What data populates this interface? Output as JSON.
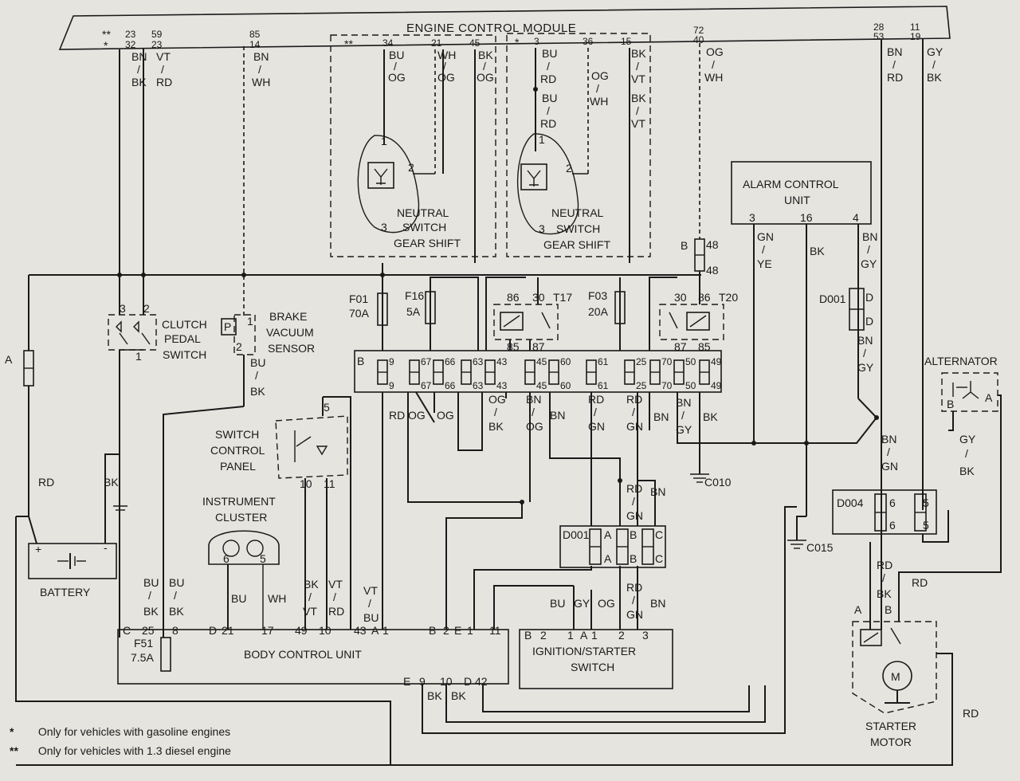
{
  "ecm": {
    "title": "ENGINE CONTROL MODULE"
  },
  "ecm_pins": {
    "p1": "23",
    "p1b": "32",
    "p2": "59",
    "p2b": "23",
    "p3": "85",
    "p3b": "14",
    "p4": "34",
    "p5": "21",
    "p6": "45",
    "p7": "3",
    "p8": "36",
    "p9": "15",
    "p10": "72",
    "p10b": "40",
    "p11": "28",
    "p11b": "53",
    "p12": "11",
    "p12b": "19"
  },
  "marks": {
    "single": "*",
    "double": "**"
  },
  "wires": {
    "bn_bk": [
      "BN",
      "/",
      "BK"
    ],
    "vt_rd": [
      "VT",
      "/",
      "RD"
    ],
    "bn_wh": [
      "BN",
      "/",
      "WH"
    ],
    "bu_og": [
      "BU",
      "/",
      "OG"
    ],
    "wh_og": [
      "WH",
      "/",
      "OG"
    ],
    "bk_og": [
      "BK",
      "/",
      "OG"
    ],
    "bu_rd": [
      "BU",
      "/",
      "RD"
    ],
    "og_wh": [
      "OG",
      "/",
      "WH"
    ],
    "bk_vt": [
      "BK",
      "/",
      "VT"
    ],
    "bn_rd": [
      "BN",
      "/",
      "RD"
    ],
    "gy_bk": [
      "GY",
      "/",
      "BK"
    ],
    "gn_ye": [
      "GN",
      "/",
      "YE"
    ],
    "bn_gy": [
      "BN",
      "/",
      "GY"
    ],
    "bu_bk": [
      "BU",
      "/",
      "BK"
    ],
    "og_bk": [
      "OG",
      "/",
      "BK"
    ],
    "bn_og": [
      "BN",
      "/",
      "OG"
    ],
    "rd_gn": [
      "RD",
      "/",
      "GN"
    ],
    "bn_gn": [
      "BN",
      "/",
      "GN"
    ],
    "rd_bk": [
      "RD",
      "/",
      "BK"
    ],
    "bk_vt2": [
      "BK",
      "/",
      "VT"
    ],
    "vt_bu": [
      "VT",
      "/",
      "BU"
    ]
  },
  "components": {
    "neutral_switch": [
      "NEUTRAL",
      "SWITCH",
      "GEAR SHIFT"
    ],
    "alarm": [
      "ALARM CONTROL",
      "UNIT"
    ],
    "clutch": [
      "CLUTCH",
      "PEDAL",
      "SWITCH"
    ],
    "brake": [
      "BRAKE",
      "VACUUM",
      "SENSOR"
    ],
    "switch_panel": [
      "SWITCH",
      "CONTROL",
      "PANEL"
    ],
    "instrument": [
      "INSTRUMENT",
      "CLUSTER"
    ],
    "battery": "BATTERY",
    "bcu": "BODY CONTROL UNIT",
    "ignition": [
      "IGNITION/STARTER",
      "SWITCH"
    ],
    "alternator": "ALTERNATOR",
    "starter": [
      "STARTER",
      "MOTOR"
    ]
  },
  "fuses": {
    "f01": [
      "F01",
      "70A"
    ],
    "f16": [
      "F16",
      "5A"
    ],
    "f03": [
      "F03",
      "20A"
    ],
    "f51": [
      "F51",
      "7.5A"
    ]
  },
  "relays": {
    "t17": "T17",
    "t20": "T20"
  },
  "grounds": {
    "c010": "C010",
    "c015": "C015"
  },
  "diodes": {
    "d001": "D001",
    "d004": "D004"
  },
  "notes": [
    {
      "mark": "*",
      "text": "Only for vehicles with gasoline engines"
    },
    {
      "mark": "**",
      "text": "Only for vehicles with 1.3 diesel engine"
    }
  ],
  "colors": {
    "ink": "#1a1a1a",
    "paper": "#e6e4df"
  }
}
